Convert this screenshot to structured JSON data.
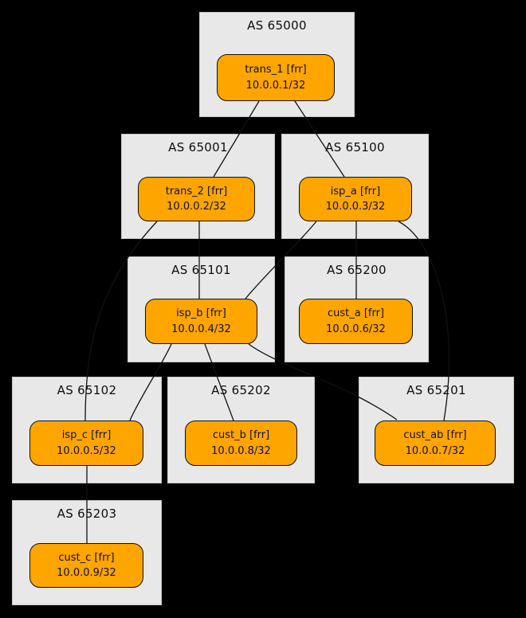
{
  "diagram": {
    "type": "network-topology",
    "colors": {
      "background": "#000000",
      "cluster_fill": "#e8e8e8",
      "cluster_border": "#c9c9c9",
      "node_fill": "#ffa500",
      "node_border": "#101010",
      "edge": "#111111",
      "text": "#10101c"
    },
    "clusters": [
      {
        "label": "AS 65000",
        "node": {
          "name": "trans_1",
          "title": "trans_1 [frr]",
          "ip": "10.0.0.1/32"
        }
      },
      {
        "label": "AS 65001",
        "node": {
          "name": "trans_2",
          "title": "trans_2 [frr]",
          "ip": "10.0.0.2/32"
        }
      },
      {
        "label": "AS 65100",
        "node": {
          "name": "isp_a",
          "title": "isp_a [frr]",
          "ip": "10.0.0.3/32"
        }
      },
      {
        "label": "AS 65101",
        "node": {
          "name": "isp_b",
          "title": "isp_b [frr]",
          "ip": "10.0.0.4/32"
        }
      },
      {
        "label": "AS 65200",
        "node": {
          "name": "cust_a",
          "title": "cust_a [frr]",
          "ip": "10.0.0.6/32"
        }
      },
      {
        "label": "AS 65102",
        "node": {
          "name": "isp_c",
          "title": "isp_c [frr]",
          "ip": "10.0.0.5/32"
        }
      },
      {
        "label": "AS 65202",
        "node": {
          "name": "cust_b",
          "title": "cust_b [frr]",
          "ip": "10.0.0.8/32"
        }
      },
      {
        "label": "AS 65201",
        "node": {
          "name": "cust_ab",
          "title": "cust_ab [frr]",
          "ip": "10.0.0.7/32"
        }
      },
      {
        "label": "AS 65203",
        "node": {
          "name": "cust_c",
          "title": "cust_c [frr]",
          "ip": "10.0.0.9/32"
        }
      }
    ],
    "edges": [
      {
        "from": "trans_1",
        "to": "trans_2"
      },
      {
        "from": "trans_1",
        "to": "isp_a"
      },
      {
        "from": "trans_2",
        "to": "isp_b"
      },
      {
        "from": "trans_2",
        "to": "isp_c"
      },
      {
        "from": "isp_a",
        "to": "isp_b"
      },
      {
        "from": "isp_a",
        "to": "cust_a"
      },
      {
        "from": "isp_a",
        "to": "cust_ab"
      },
      {
        "from": "isp_b",
        "to": "isp_c"
      },
      {
        "from": "isp_b",
        "to": "cust_b"
      },
      {
        "from": "isp_b",
        "to": "cust_ab"
      },
      {
        "from": "isp_c",
        "to": "cust_c"
      }
    ]
  }
}
